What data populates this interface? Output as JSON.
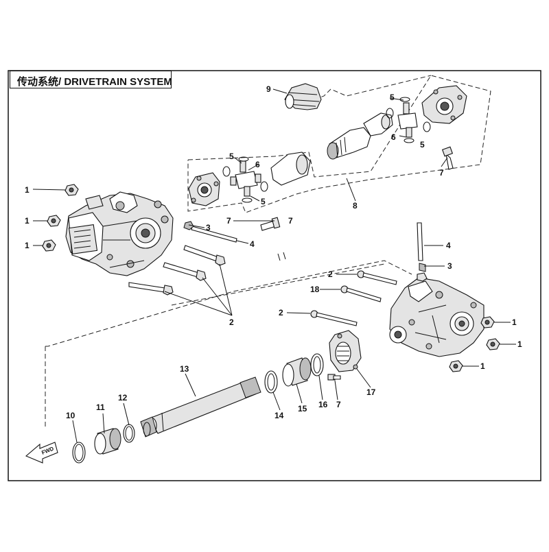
{
  "title": "传动系统/ DRIVETRAIN SYSTEM",
  "fwd_label": "FWD",
  "callouts": [
    "1",
    "1",
    "1",
    "2",
    "2",
    "2",
    "3",
    "3",
    "4",
    "4",
    "5",
    "5",
    "5",
    "5",
    "6",
    "6",
    "7",
    "7",
    "7",
    "7",
    "8",
    "9",
    "10",
    "11",
    "12",
    "13",
    "14",
    "15",
    "16",
    "17",
    "18",
    "1",
    "1",
    "1"
  ]
}
